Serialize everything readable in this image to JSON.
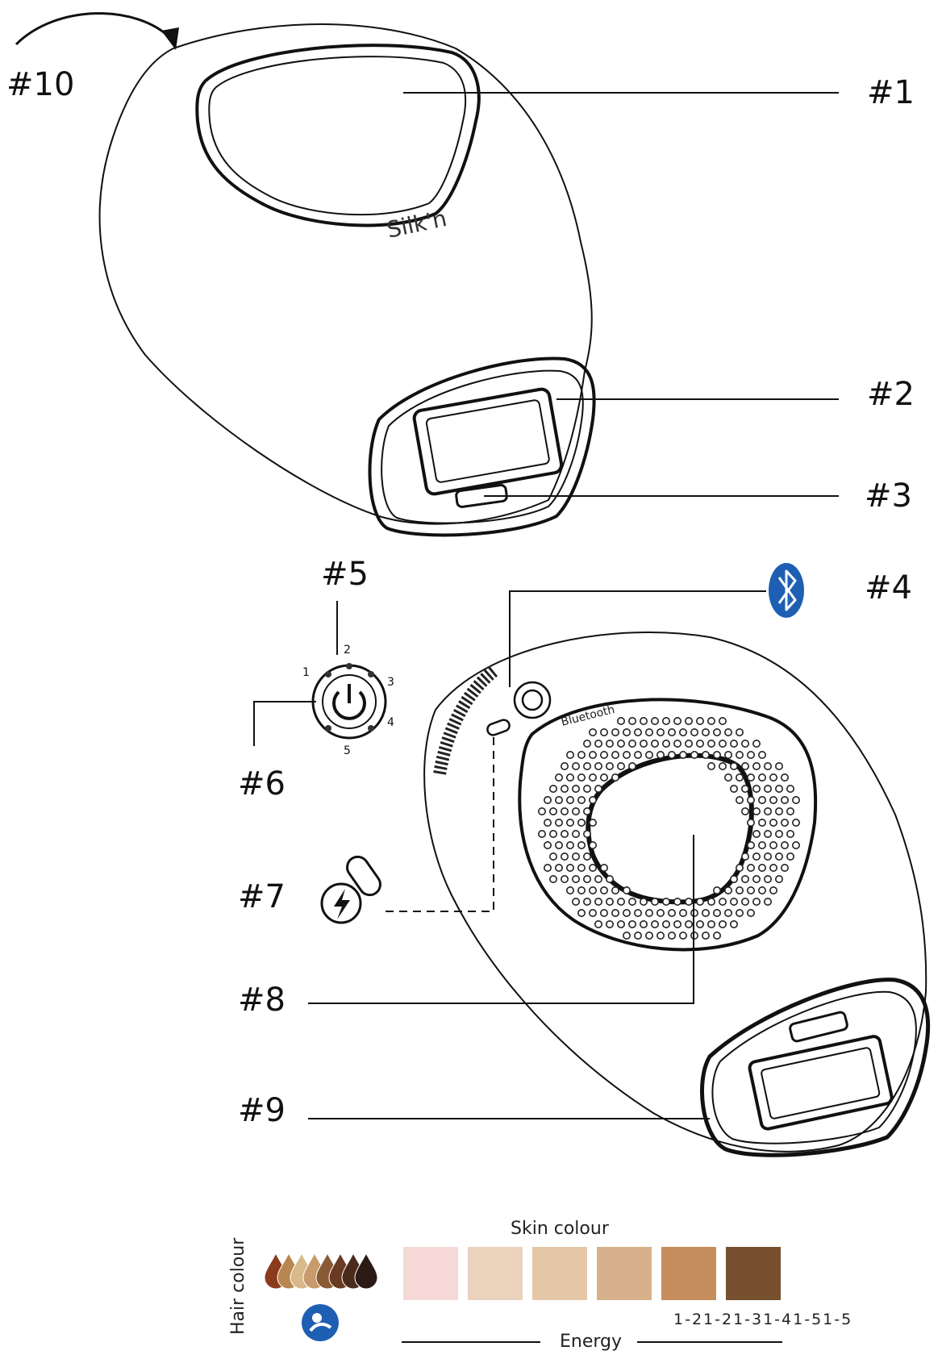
{
  "callouts": {
    "c1": "#1",
    "c2": "#2",
    "c3": "#3",
    "c4": "#4",
    "c5": "#5",
    "c6": "#6",
    "c7": "#7",
    "c8": "#8",
    "c9": "#9",
    "c10": "#10"
  },
  "device": {
    "brand_logo": "Silk'n",
    "bluetooth_label": "Bluetooth"
  },
  "power_button": {
    "levels": [
      "1",
      "2",
      "3",
      "4",
      "5"
    ]
  },
  "legend": {
    "hair_colour_label": "Hair colour",
    "skin_colour_label": "Skin colour",
    "energy_label": "Energy",
    "energy_levels": "1-21-21-31-41-51-5",
    "skin_swatches": [
      "#f6d9d6",
      "#ebd2bd",
      "#e5c7a8",
      "#d7b18b",
      "#c68e5c",
      "#76502f"
    ],
    "hair_swatches": [
      "#8b3a1c",
      "#b9864f",
      "#d8b98b",
      "#c99a6a",
      "#8a5a34",
      "#6b3a22",
      "#4a2a1a",
      "#2b1b14"
    ]
  },
  "colors": {
    "line": "#111111",
    "bluetooth_blue": "#1f5fb3"
  }
}
